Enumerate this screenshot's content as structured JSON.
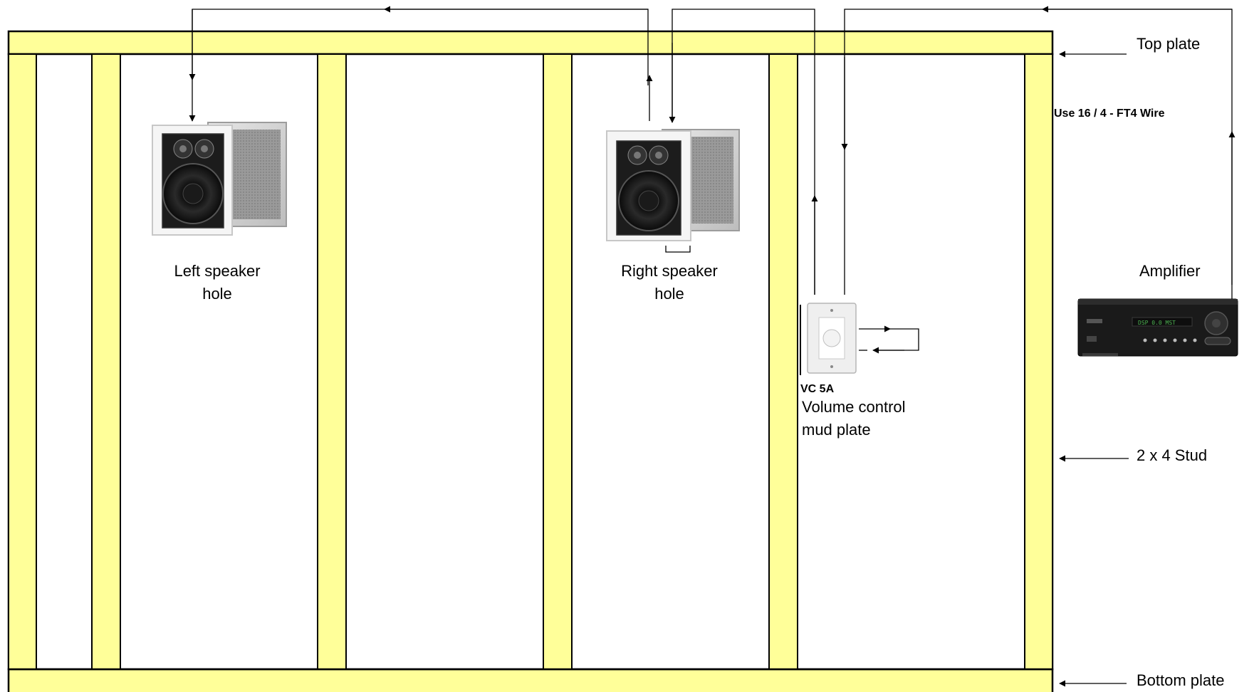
{
  "labels": {
    "top_plate": "Top plate",
    "bottom_plate": "Bottom plate",
    "stud": "2 x 4 Stud",
    "wire": "Use 16 / 4 - FT4 Wire",
    "amplifier": "Amplifier",
    "left_speaker_line1": "Left speaker",
    "left_speaker_line2": "hole",
    "right_speaker_line1": "Right speaker",
    "right_speaker_line2": "hole",
    "vc_model": "VC 5A",
    "vc_line1": "Volume control",
    "vc_line2": "mud plate"
  },
  "colors": {
    "lumber": "#ffff99",
    "outline": "#000000",
    "background": "#ffffff"
  },
  "icons": [
    "in-wall-speaker-left",
    "in-wall-speaker-right",
    "volume-control-knob",
    "av-receiver"
  ]
}
